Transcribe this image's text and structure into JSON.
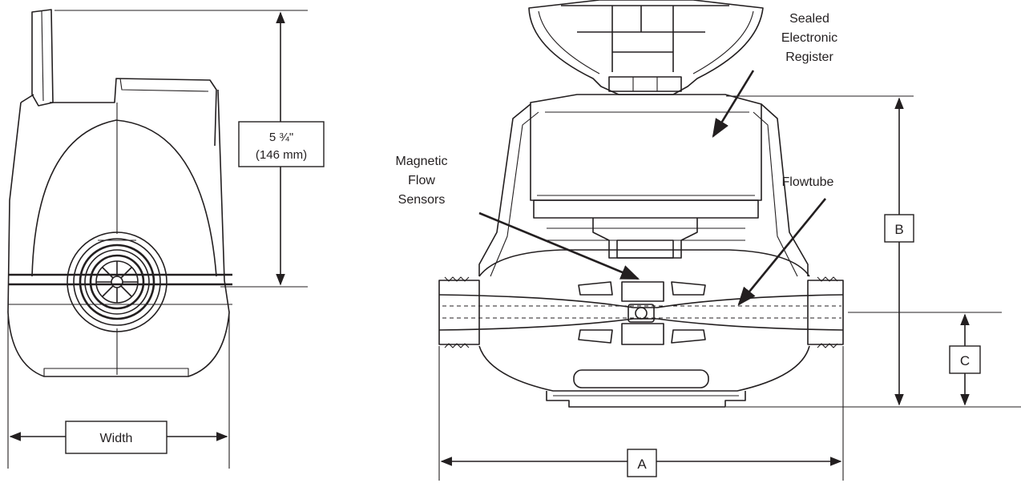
{
  "side_view": {
    "height_label_line1": "5 ¾\"",
    "height_label_line2": "(146 mm)",
    "width_label": "Width"
  },
  "front_view": {
    "register_label": [
      "Sealed",
      "Electronic",
      "Register"
    ],
    "sensors_label": [
      "Magnetic",
      "Flow",
      "Sensors"
    ],
    "flowtube_label": "Flowtube",
    "dim_a": "A",
    "dim_b": "B",
    "dim_c": "C"
  },
  "colors": {
    "ink": "#231f20",
    "background": "#ffffff"
  }
}
